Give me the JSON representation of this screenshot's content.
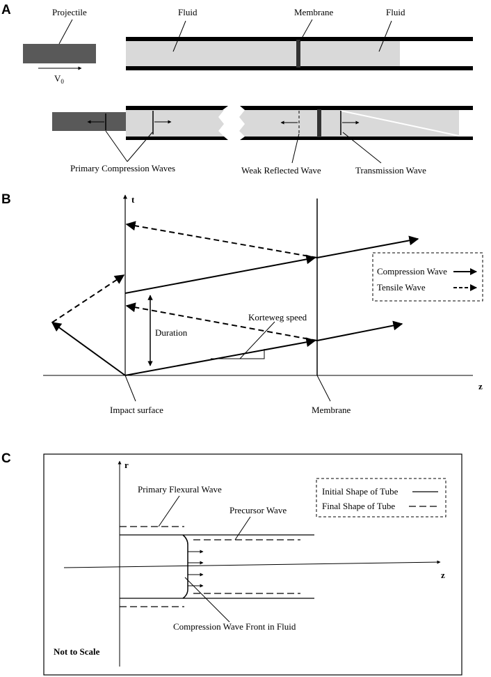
{
  "panel_a": {
    "letter": "A",
    "projectile": "Projectile",
    "fluid_left": "Fluid",
    "membrane": "Membrane",
    "fluid_right": "Fluid",
    "velocity": "V",
    "velocity_sub": "0",
    "primary_waves": "Primary Compression Waves",
    "reflected_wave": "Weak Reflected Wave",
    "transmission_wave": "Transmission Wave"
  },
  "panel_b": {
    "letter": "B",
    "t_axis": "t",
    "z_axis": "z",
    "legend_compression": "Compression Wave",
    "legend_tensile": "Tensile Wave",
    "korteweg": "Korteweg speed",
    "duration": "Duration",
    "impact_surface": "Impact surface",
    "membrane": "Membrane"
  },
  "panel_c": {
    "letter": "C",
    "r_axis": "r",
    "z_axis": "z",
    "primary_flexural": "Primary Flexural Wave",
    "precursor": "Precursor Wave",
    "legend_initial": "Initial Shape of Tube",
    "legend_final": "Final Shape of Tube",
    "compression_front": "Compression Wave Front in Fluid",
    "not_to_scale": "Not to Scale"
  },
  "colors": {
    "projectile": "#595959",
    "fluid": "#d9d9d9",
    "line": "#000000",
    "membrane_mark": "#333333"
  }
}
